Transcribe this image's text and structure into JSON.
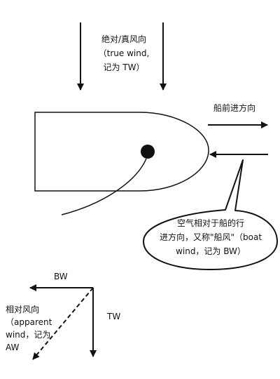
{
  "labels": {
    "true_wind_line1": "绝对/真风向",
    "true_wind_line2": "（true wind,",
    "true_wind_line3": "记为 TW）",
    "boat_direction": "船前进方向",
    "boat_wind_line1": "空气相对于船的行",
    "boat_wind_line2": "进方向，又称\"船风\"（boat",
    "boat_wind_line3": "wind，记为 BW）",
    "bw_vector": "BW",
    "tw_vector": "TW",
    "apparent_line1": "相对风向",
    "apparent_line2": "（apparent",
    "apparent_line3": "wind，记为",
    "apparent_line4": "AW"
  },
  "colors": {
    "stroke": "#111111",
    "background": "#ffffff"
  }
}
